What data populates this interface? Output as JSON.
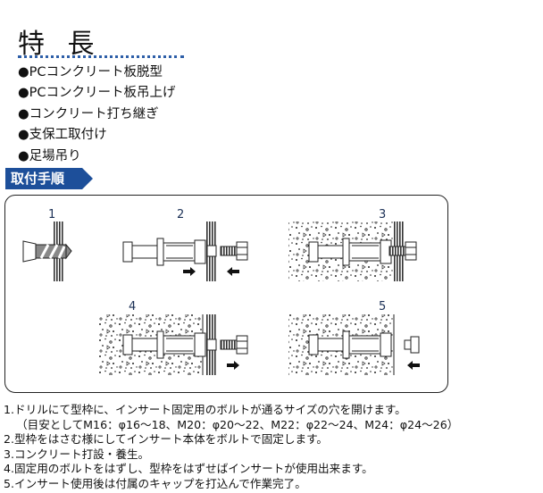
{
  "title": "特 長",
  "features": [
    "●PCコンクリート板脱型",
    "●PCコンクリート板吊上げ",
    "●コンクリート打ち継ぎ",
    "●支保工取付け",
    "●足場吊り"
  ],
  "section_label": "取付手順",
  "diagram_steps": [
    "1",
    "2",
    "3",
    "4",
    "5"
  ],
  "instructions": [
    "1.ドリルにて型枠に、インサート固定用のボルトが通るサイズの穴を開けます。",
    "（目安としてM16：φ16～18、M20：φ20～22、M22：φ22～24、M24：φ24～26）",
    "2.型枠をはさむ様にしてインサート本体をボルトで固定します。",
    "3.コンクリート打設・養生。",
    "4.固定用のボルトをはずし、型枠をはずせばインサートが使用出来ます。",
    "5.インサート使用後は付属のキャップを打込んで作業完了。"
  ],
  "colors": {
    "accent": "#1d4f9a",
    "dots": "#2e5fa8"
  }
}
